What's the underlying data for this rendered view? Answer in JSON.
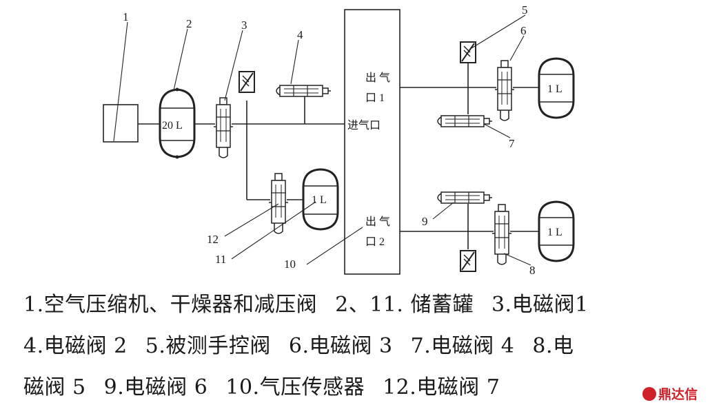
{
  "labels": {
    "n1": "1",
    "n2": "2",
    "n3": "3",
    "n4": "4",
    "n5": "5",
    "n6": "6",
    "n7": "7",
    "n8": "8",
    "n9": "9",
    "n10": "10",
    "n11": "11",
    "n12": "12"
  },
  "tanks": {
    "big": "20 L",
    "small_left": "1 L",
    "small_top_right": "1 L",
    "small_bottom_right": "1 L"
  },
  "ports": {
    "inlet": "进气口",
    "outlet1_line1": "出 气",
    "outlet1_line2": "口 1",
    "outlet2_line1": "出 气",
    "outlet2_line2": "口 2"
  },
  "legend": {
    "i1": "1.空气压缩机、干燥器和减压阀",
    "i2": "2、11.  储蓄罐",
    "i3": "3.电磁阀1",
    "i4": "4.电磁阀 2",
    "i5": "5.被测手控阀",
    "i6": "6.电磁阀 3",
    "i7": "7.电磁阀 4",
    "i8_a": "8.电",
    "i8_b": "磁阀 5",
    "i9": "9.电磁阀 6",
    "i10": "10.气压传感器",
    "i12": "12.电磁阀 7"
  },
  "watermark": "鼎达信"
}
